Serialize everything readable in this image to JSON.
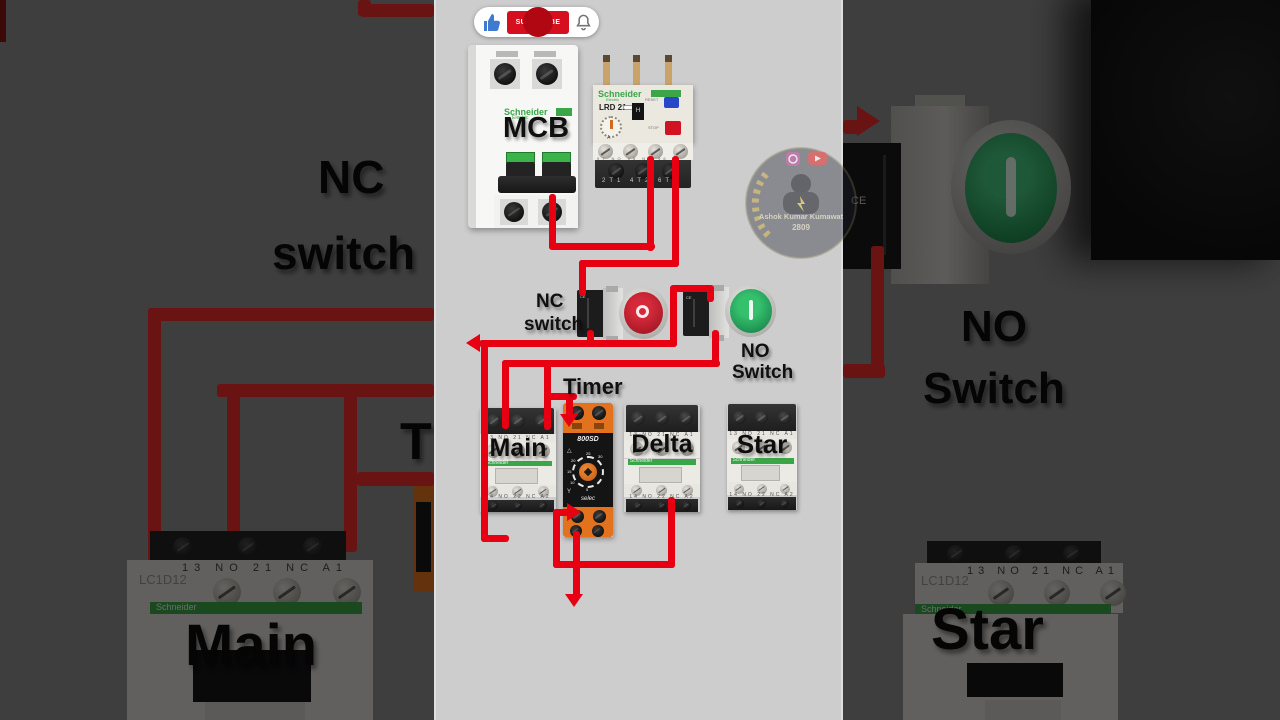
{
  "top_bar": {
    "subscribe_label": "SUBSCRIBE"
  },
  "watermark": {
    "name": "Ashok Kumar Kumawat",
    "number": "2809"
  },
  "mcb": {
    "brand": "Schneider",
    "brand_sub": "Electric",
    "label": "MCB"
  },
  "relay": {
    "brand": "Schneider",
    "brand_sub": "Electric",
    "model": "LRD 21",
    "reset_label": "RESET",
    "stop_label": "STOP",
    "aux_terminals": "97 NO  95 NC  96",
    "power_terminals": "2T1    4T2    6T3"
  },
  "nc_switch": {
    "label_line1": "NC",
    "label_line2": "switch"
  },
  "no_switch": {
    "label_line1": "NO",
    "label_line2": "Switch"
  },
  "timer": {
    "label": "Timer",
    "model": "800SD",
    "brand": "selec",
    "delta_symbol": "△",
    "star_symbol": "Y",
    "dial": {
      "n5": "5",
      "n10": "10",
      "n15": "15",
      "n20": "20",
      "n25": "25",
      "n30": "30"
    }
  },
  "contactors": {
    "brand": "Schneider",
    "model": "LC1D12",
    "top_terminals": "13  NO  21  NC  A1",
    "bottom_terminals": "14  NO  22  NC  A2",
    "main_label": "Main",
    "delta_label": "Delta",
    "star_label": "Star"
  },
  "background": {
    "left": {
      "label_nc_1": "NC",
      "label_nc_2": "switch",
      "label_main": "Main",
      "timer_partial": "T",
      "model": "LC1D12",
      "terminals": "13  NO  21  NC  A1",
      "brand": "Schneider"
    },
    "right": {
      "label_no_1": "NO",
      "label_no_2": "Switch",
      "label_star": "Star",
      "model": "LC1D12",
      "terminals": "13  NO  21  NC  A1",
      "brand": "Schneider"
    }
  },
  "colors": {
    "wire": "#e60012",
    "bg_wire": "#ef2b2b",
    "schneider_green": "#3aa648",
    "timer_orange": "#e3721e",
    "button_red": "#c8202f",
    "button_green": "#2db563",
    "subscribe_red": "#d60f1f",
    "center_bg": "#cdcdcd"
  }
}
